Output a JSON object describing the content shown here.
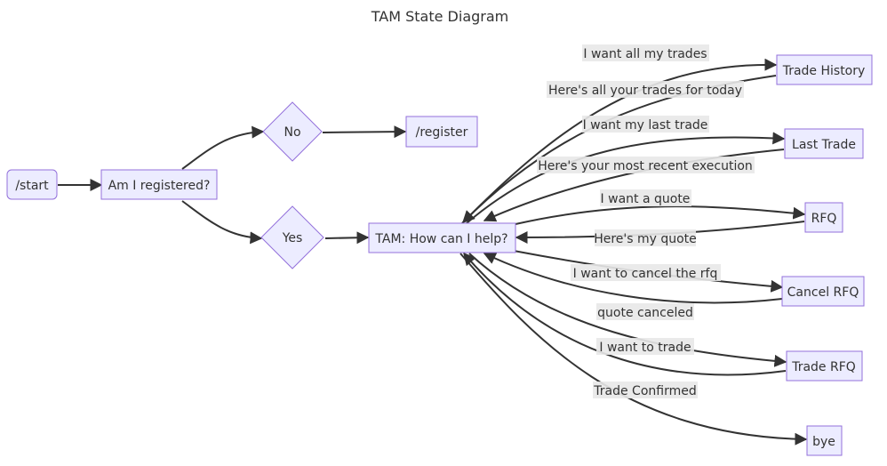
{
  "title": "TAM State Diagram",
  "nodes": {
    "start": "/start",
    "registered_q": "Am I registered?",
    "no": "No",
    "register": "/register",
    "yes": "Yes",
    "help": "TAM: How can I help?",
    "trade_history": "Trade History",
    "last_trade": "Last Trade",
    "rfq": "RFQ",
    "cancel_rfq": "Cancel RFQ",
    "trade_rfq": "Trade RFQ",
    "bye": "bye"
  },
  "edge_labels": {
    "want_all_trades": "I want all my trades",
    "all_trades_today": "Here's all your trades for today",
    "want_last_trade": "I want my last trade",
    "most_recent_execution": "Here's your most recent execution",
    "want_quote": "I want a quote",
    "heres_my_quote": "Here's my quote",
    "want_cancel_rfq": "I want to cancel the rfq",
    "quote_canceled": "quote canceled",
    "want_to_trade": "I want to trade",
    "trade_confirmed": "Trade Confirmed"
  },
  "colors": {
    "node_fill": "#ECECFF",
    "node_stroke": "#9370DB",
    "edge": "#333333",
    "label_bg": "#e8e8e8"
  }
}
